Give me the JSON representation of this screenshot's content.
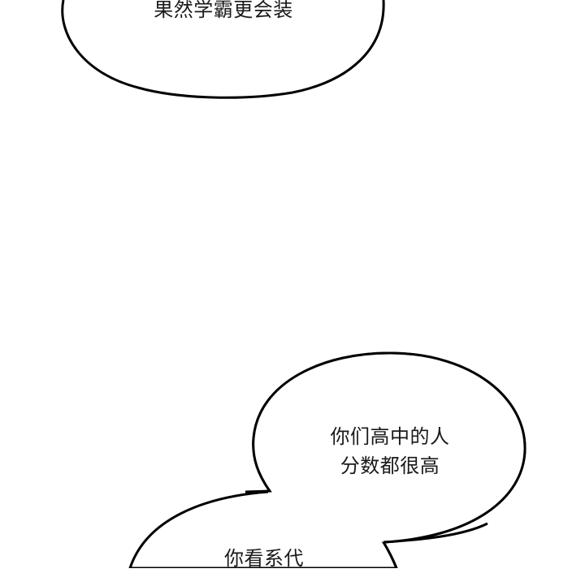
{
  "panel": {
    "background_color": "#ffffff",
    "outline_color": "#000000",
    "text_color": "#1a1a1a"
  },
  "bubbles": [
    {
      "id": "bubble-top",
      "shape": "oval-speech-bubble",
      "lines": [
        "果然学霸更会装"
      ]
    },
    {
      "id": "bubble-right",
      "shape": "oval-speech-bubble-with-tail",
      "lines": [
        "你们高中的人",
        "分数都很高"
      ]
    },
    {
      "id": "bubble-bottom",
      "shape": "oval-speech-bubble-with-tail",
      "lines": [
        "你看系代"
      ]
    }
  ]
}
